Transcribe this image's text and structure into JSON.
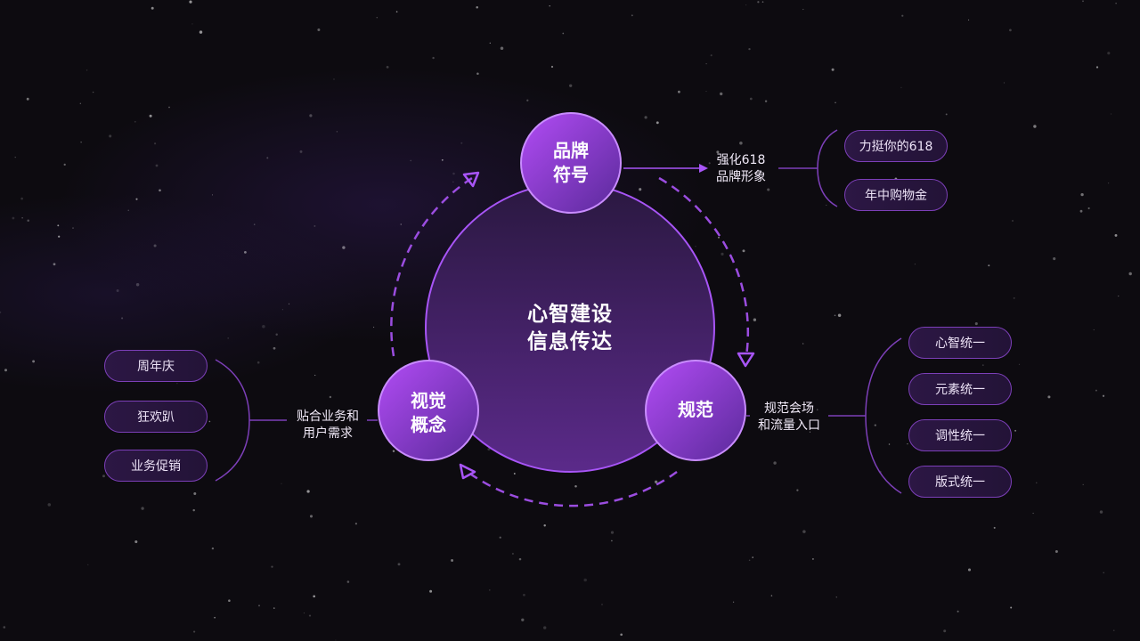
{
  "center": {
    "line1": "心智建设",
    "line2": "信息传达"
  },
  "nodes": {
    "top": {
      "line1": "品牌",
      "line2": "符号"
    },
    "right": {
      "line1": "规范"
    },
    "left": {
      "line1": "视觉",
      "line2": "概念"
    }
  },
  "connectors": {
    "top": {
      "line1": "强化618",
      "line2": "品牌形象"
    },
    "right": {
      "line1": "规范会场",
      "line2": "和流量入口"
    },
    "left": {
      "line1": "贴合业务和",
      "line2": "用户需求"
    }
  },
  "branches": {
    "top": [
      "力挺你的618",
      "年中购物金"
    ],
    "right": [
      "心智统一",
      "元素统一",
      "调性统一",
      "版式统一"
    ],
    "left": [
      "周年庆",
      "狂欢趴",
      "业务促销"
    ]
  },
  "colors": {
    "background": "#0d0b10",
    "accent": "#a855f7",
    "node_gradient_start": "#b24cf5",
    "node_gradient_end": "#5a2a9a",
    "pill_border": "#7c3fb8"
  }
}
